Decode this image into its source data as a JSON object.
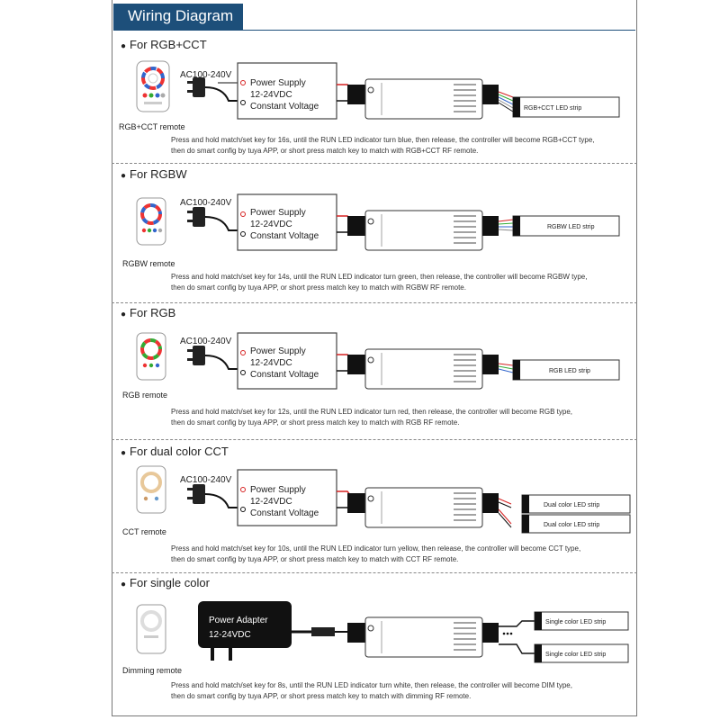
{
  "title": "Wiring Diagram",
  "sections": [
    {
      "heading": "For RGB+CCT",
      "remote_label": "RGB+CCT remote",
      "ac_label": "AC100-240V",
      "psu_lines": [
        "Power Supply",
        "12-24VDC",
        "Constant Voltage"
      ],
      "strips": [
        "RGB+CCT LED strip"
      ],
      "note_lines": [
        "Press and hold match/set key for 16s, until the RUN LED indicator turn blue, then release, the controller will become RGB+CCT type,",
        "then do smart config by tuya APP, or short press match key to match with RGB+CCT RF remote."
      ]
    },
    {
      "heading": "For RGBW",
      "remote_label": "RGBW remote",
      "ac_label": "AC100-240V",
      "psu_lines": [
        "Power Supply",
        "12-24VDC",
        "Constant Voltage"
      ],
      "strips": [
        "RGBW LED strip"
      ],
      "note_lines": [
        "Press and hold match/set key for 14s, until the RUN LED indicator turn green, then release, the controller will become RGBW type,",
        "then do smart config by tuya APP, or short press match key to match with RGBW RF remote."
      ]
    },
    {
      "heading": "For RGB",
      "remote_label": "RGB remote",
      "ac_label": "AC100-240V",
      "psu_lines": [
        "Power Supply",
        "12-24VDC",
        "Constant Voltage"
      ],
      "strips": [
        "RGB LED strip"
      ],
      "note_lines": [
        "Press and hold match/set key for 12s, until the RUN LED indicator turn red, then release, the controller will become RGB type,",
        "then do smart config by tuya APP, or short press match key to match with RGB RF remote."
      ]
    },
    {
      "heading": "For dual color CCT",
      "remote_label": "CCT remote",
      "ac_label": "AC100-240V",
      "psu_lines": [
        "Power Supply",
        "12-24VDC",
        "Constant Voltage"
      ],
      "strips": [
        "Dual color LED strip",
        "Dual color LED strip"
      ],
      "note_lines": [
        "Press and hold match/set key for 10s, until the RUN LED indicator turn yellow, then release, the controller will become CCT type,",
        "then do smart config by tuya APP, or short press match key to match with CCT RF remote."
      ]
    },
    {
      "heading": "For single color",
      "remote_label": "Dimming remote",
      "adapter_lines": [
        "Power Adapter",
        "12-24VDC"
      ],
      "strips": [
        "Single color LED strip",
        "Single color LED strip"
      ],
      "note_lines": [
        "Press and hold match/set key for 8s, until the RUN LED indicator turn white, then release, the controller will become DIM type,",
        "then do smart config by tuya APP, or short press match key to match with dimming RF remote."
      ]
    }
  ],
  "colors": {
    "title_bg": "#1d4f7a",
    "wire_red": "#d62020",
    "wire_black": "#111111"
  }
}
